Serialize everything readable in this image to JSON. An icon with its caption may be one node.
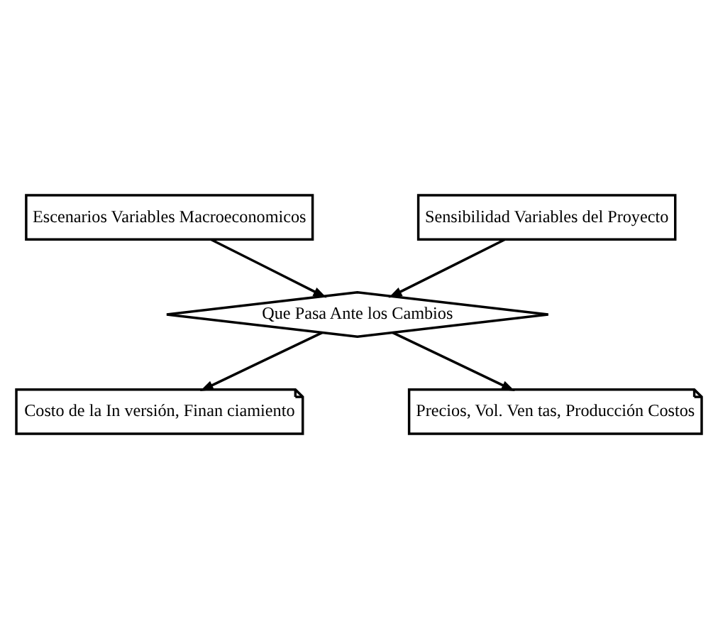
{
  "diagram": {
    "nodes": [
      {
        "text": [
          "Escenarios Variables Macroeconomicos"
        ]
      },
      {
        "text": [
          "Sensibilidad Variables del Proyecto"
        ]
      },
      {
        "text": [
          "Que Pasa Ante los Cambios"
        ]
      },
      {
        "text": [
          "Costo de la In versión, Finan ciamiento"
        ]
      },
      {
        "text": [
          "Precios, Vol. Ven tas, Producción Costos"
        ]
      }
    ],
    "edges": [
      {
        "from": 0,
        "to": 2,
        "arrow": "to"
      },
      {
        "from": 1,
        "to": 2,
        "arrow": "to"
      },
      {
        "from": 2,
        "to": 3,
        "arrow": "to"
      },
      {
        "from": 2,
        "to": 4,
        "arrow": "to"
      }
    ]
  }
}
